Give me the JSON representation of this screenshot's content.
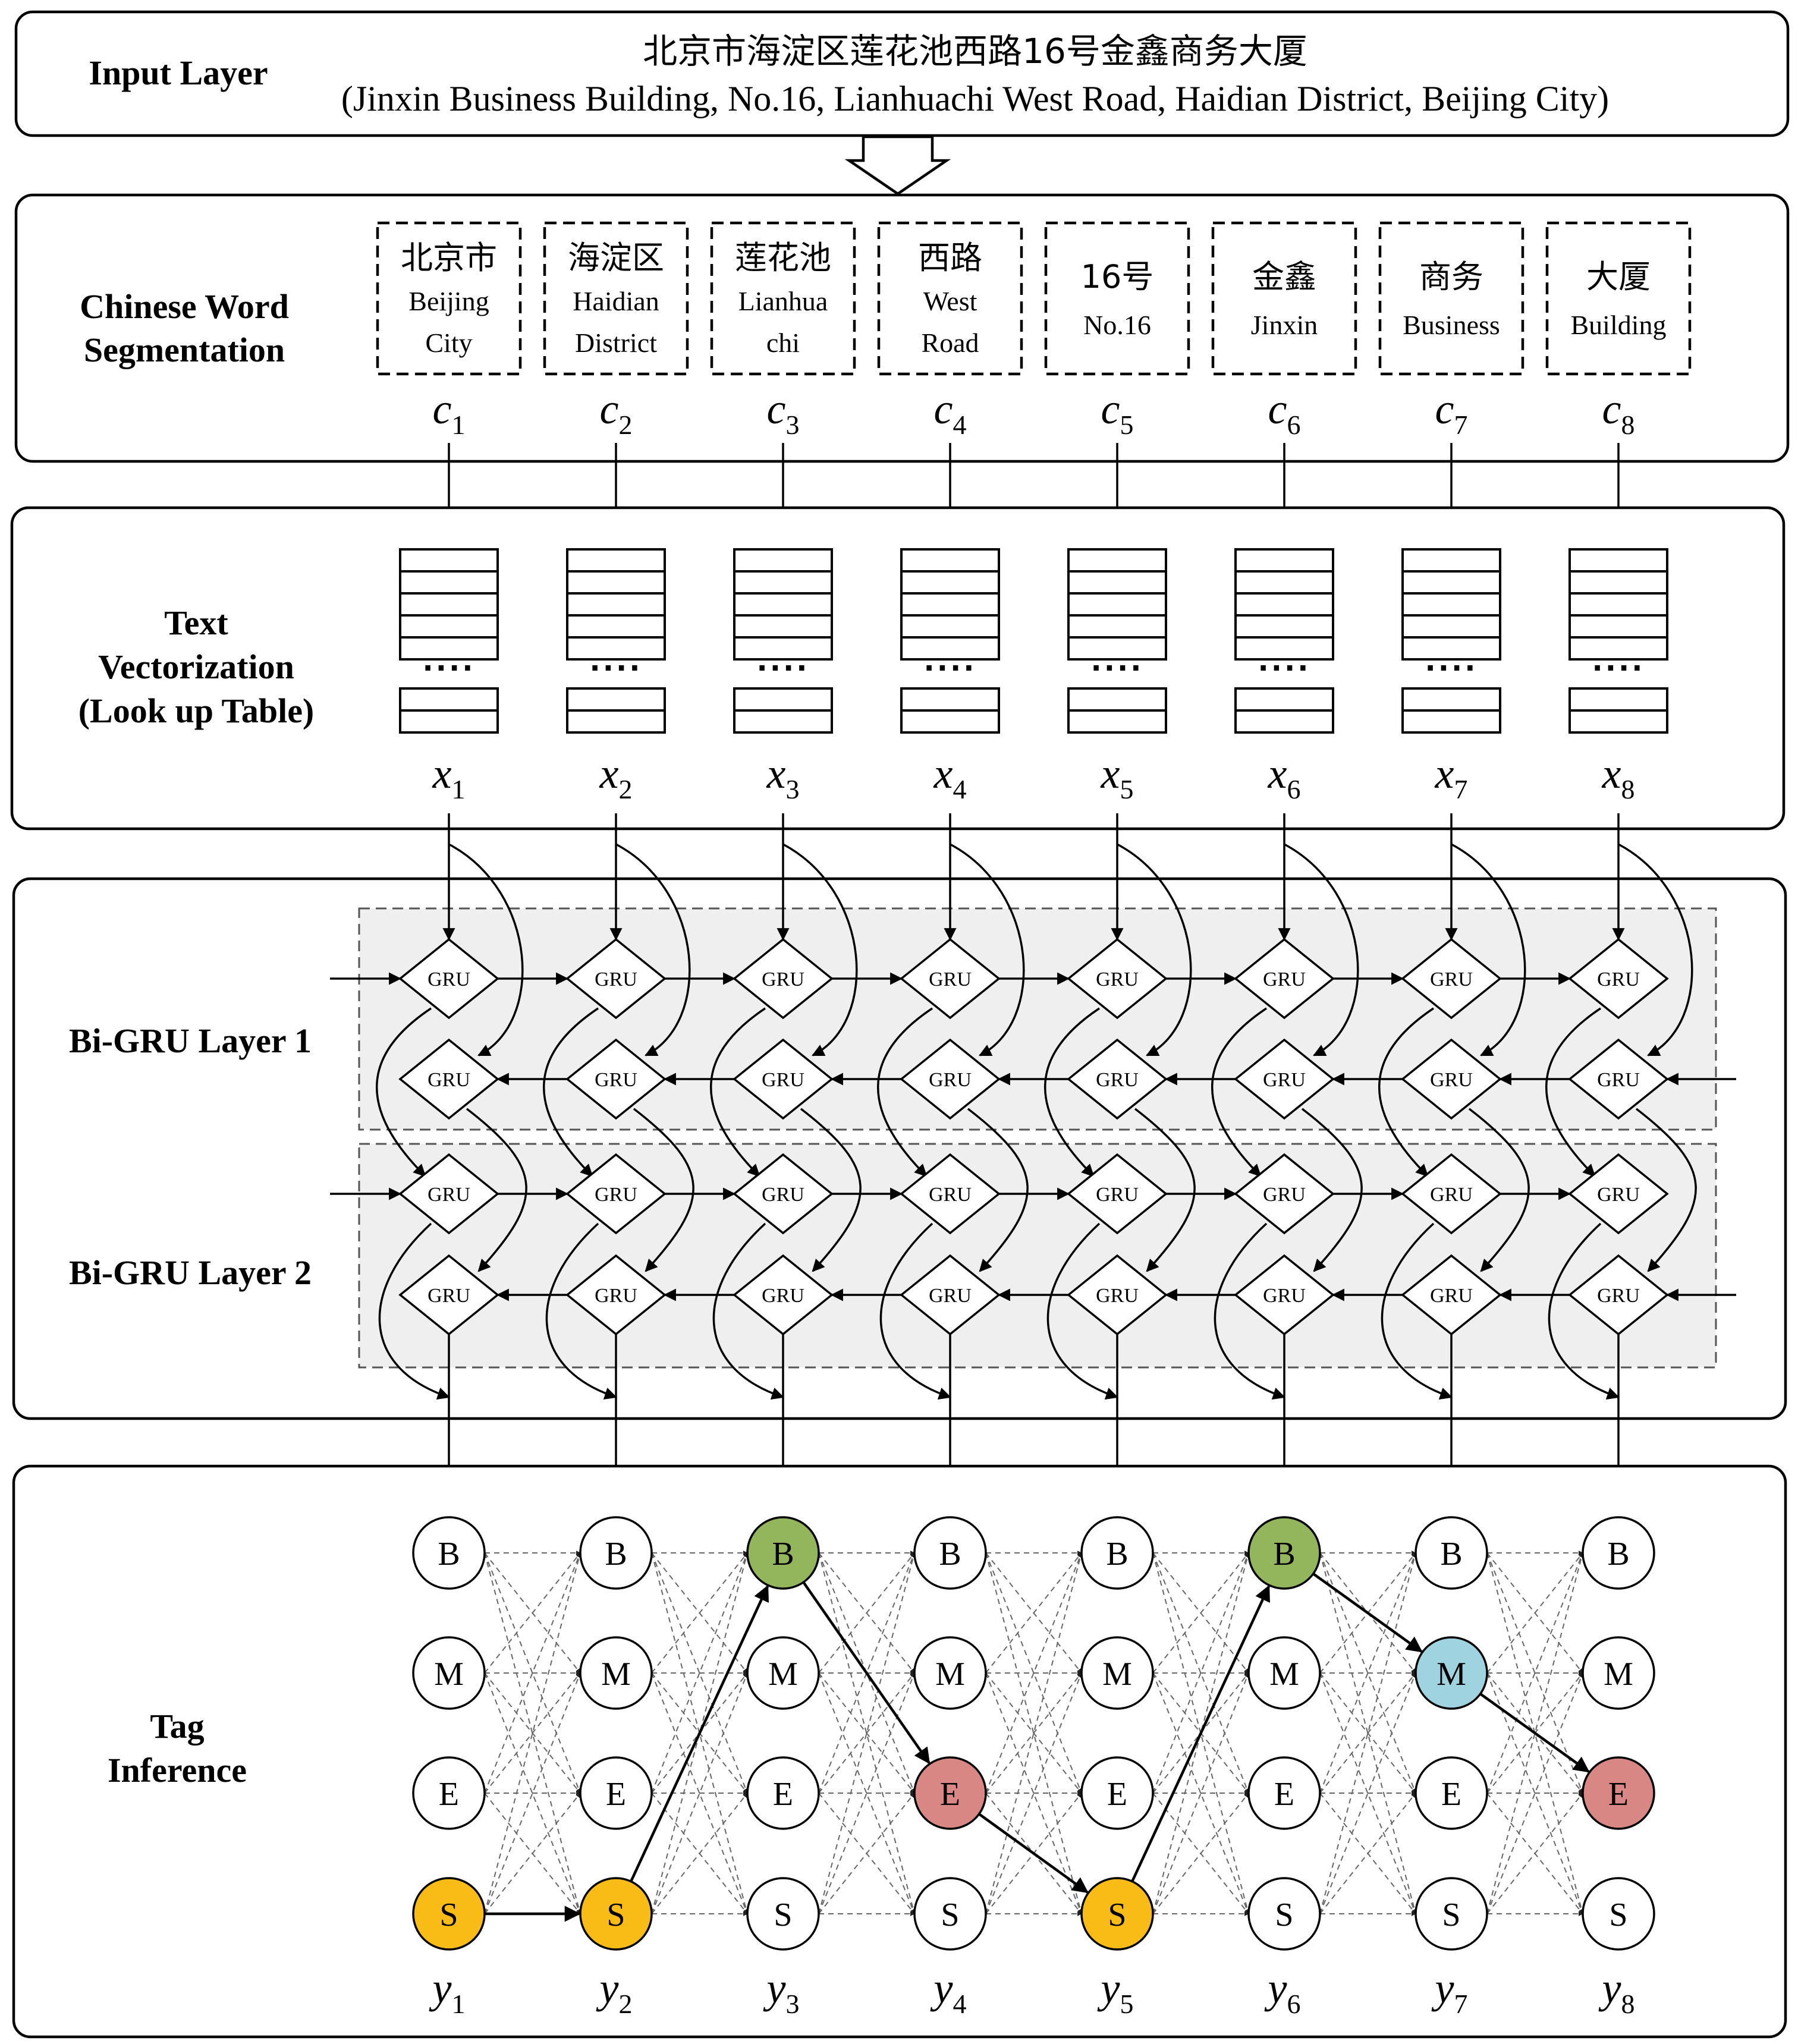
{
  "input_layer": {
    "title": "Input Layer",
    "chinese": "北京市海淀区莲花池西路16号金鑫商务大厦",
    "english": "(Jinxin Business Building, No.16, Lianhuachi West Road, Haidian District, Beijing City)"
  },
  "segmentation": {
    "title_line1": "Chinese Word",
    "title_line2": "Segmentation",
    "words": [
      {
        "zh": "北京市",
        "en": [
          "Beijing",
          "City"
        ],
        "c": "c",
        "sub": "1"
      },
      {
        "zh": "海淀区",
        "en": [
          "Haidian",
          "District"
        ],
        "c": "c",
        "sub": "2"
      },
      {
        "zh": "莲花池",
        "en": [
          "Lianhua",
          "chi"
        ],
        "c": "c",
        "sub": "3"
      },
      {
        "zh": "西路",
        "en": [
          "West",
          "Road"
        ],
        "c": "c",
        "sub": "4"
      },
      {
        "zh": "16号",
        "en": [
          "No.16"
        ],
        "c": "c",
        "sub": "5"
      },
      {
        "zh": "金鑫",
        "en": [
          "Jinxin"
        ],
        "c": "c",
        "sub": "6"
      },
      {
        "zh": "商务",
        "en": [
          "Business"
        ],
        "c": "c",
        "sub": "7"
      },
      {
        "zh": "大厦",
        "en": [
          "Building"
        ],
        "c": "c",
        "sub": "8"
      }
    ]
  },
  "vectorization": {
    "title_line1": "Text",
    "title_line2": "Vectorization",
    "title_line3": "(Look up Table)",
    "vars": [
      {
        "x": "x",
        "sub": "1"
      },
      {
        "x": "x",
        "sub": "2"
      },
      {
        "x": "x",
        "sub": "3"
      },
      {
        "x": "x",
        "sub": "4"
      },
      {
        "x": "x",
        "sub": "5"
      },
      {
        "x": "x",
        "sub": "6"
      },
      {
        "x": "x",
        "sub": "7"
      },
      {
        "x": "x",
        "sub": "8"
      }
    ],
    "dots": "····"
  },
  "bigru": {
    "layer1_title": "Bi-GRU Layer 1",
    "layer2_title": "Bi-GRU Layer 2",
    "unit_label": "GRU"
  },
  "tag_inference": {
    "title_line1": "Tag",
    "title_line2": "Inference",
    "tags": [
      "B",
      "M",
      "E",
      "S"
    ],
    "outputs": [
      {
        "y": "y",
        "sub": "1"
      },
      {
        "y": "y",
        "sub": "2"
      },
      {
        "y": "y",
        "sub": "3"
      },
      {
        "y": "y",
        "sub": "4"
      },
      {
        "y": "y",
        "sub": "5"
      },
      {
        "y": "y",
        "sub": "6"
      },
      {
        "y": "y",
        "sub": "7"
      },
      {
        "y": "y",
        "sub": "8"
      }
    ],
    "path": [
      "S",
      "S",
      "B",
      "E",
      "S",
      "B",
      "M",
      "E"
    ],
    "colors": {
      "B": "#93b65c",
      "M": "#9ed3df",
      "E": "#d88784",
      "S": "#f9bc16"
    }
  }
}
